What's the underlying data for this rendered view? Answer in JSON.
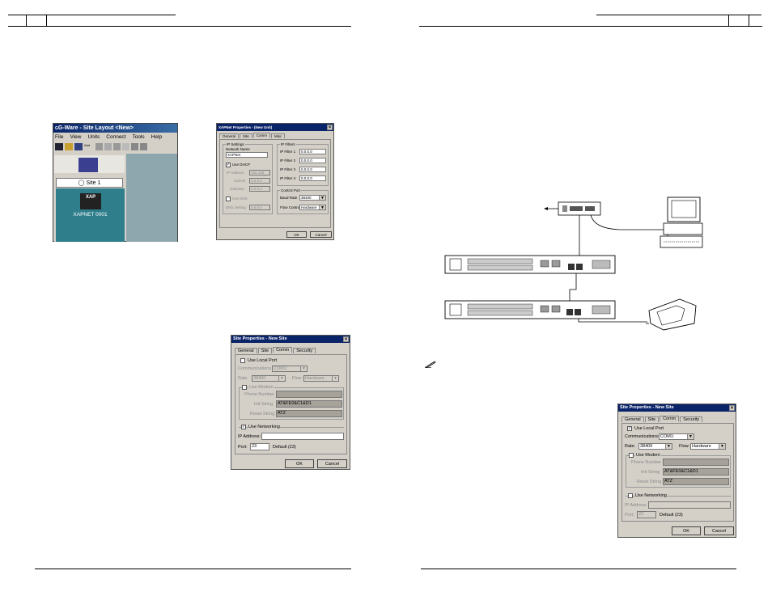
{
  "app_window": {
    "title": "G-Ware - Site Layout <New>",
    "title_prefix": "G",
    "menu": [
      "File",
      "View",
      "Units",
      "Connect",
      "Tools",
      "Help"
    ],
    "toolbar_icons": [
      "grid-icon",
      "folder-icon",
      "save-icon",
      "add-icon",
      "cut-icon",
      "copy-icon",
      "paste-icon",
      "print-icon",
      "window-icon",
      "window2-icon"
    ],
    "toolbar_add_label": "Add",
    "site_label": "Site 1",
    "device_logo": "XAP",
    "device_label": "XAPNET 0001"
  },
  "xapnet_dialog": {
    "title": "XAPNet Properties - (New Unit)",
    "tabs": [
      "General",
      "Site",
      "Comm",
      "Misc"
    ],
    "ip_settings_title": "IP Settings",
    "network_name_label": "Network Name",
    "network_name_value": "XAPNet",
    "use_dhcp_label": "Use DHCP",
    "ip_address_label": "IP Address",
    "ip_address_value": "192.168",
    "subnet_label": "Subnet",
    "subnet_value": "0.0.0.0",
    "gateway_label": "Gateway",
    "gateway_value": "0.0.0.0",
    "use_dns_label": "Use DNS",
    "dns_label": "DNS Setting",
    "dns_value": "0.0.0.0",
    "ip_filters_title": "IP Filters",
    "filters": [
      {
        "label": "IP Filter 1",
        "value": "0.0.0.0"
      },
      {
        "label": "IP Filter 2",
        "value": "0.0.0.0"
      },
      {
        "label": "IP Filter 3",
        "value": "0.0.0.0"
      },
      {
        "label": "IP Filter 4",
        "value": "0.0.0.0"
      }
    ],
    "control_port_title": "Control Port",
    "baud_rate_label": "Baud Rate",
    "baud_rate_value": "38400",
    "flow_control_label": "Flow Control",
    "flow_control_value": "Hardware",
    "ok_label": "OK",
    "cancel_label": "Cancel"
  },
  "site_dialog_left": {
    "title": "Site Properties - New Site",
    "tabs": [
      "General",
      "Site",
      "Comm",
      "Security"
    ],
    "use_local_port_label": "Use Local Port",
    "communications_label": "Communications",
    "communications_value": "COM1:",
    "rate_label": "Rate",
    "rate_value": "38400",
    "flow_label": "Flow",
    "flow_value": "Hardware",
    "use_modem_label": "Use Modem",
    "phone_number_label": "Phone Number",
    "phone_number_value": "",
    "init_string_label": "Init String",
    "init_string_value": "AT&FE0&C1&D1",
    "reset_string_label": "Reset String",
    "reset_string_value": "ATZ",
    "use_networking_label": "Use Networking",
    "ip_address_label": "IP Address:",
    "ip_address_value": "",
    "port_label": "Port:",
    "port_value": "23",
    "port_default": "Default (23)",
    "ok_label": "OK",
    "cancel_label": "Cancel"
  },
  "site_dialog_right": {
    "title": "Site Properties - New Site",
    "tabs": [
      "General",
      "Site",
      "Comm",
      "Security"
    ],
    "use_local_port_label": "Use Local Port",
    "communications_label": "Communications:",
    "communications_value": "COM1:",
    "rate_label": "Rate:",
    "rate_value": "38400",
    "flow_label": "Flow:",
    "flow_value": "Hardware",
    "use_modem_label": "Use Modem",
    "phone_number_label": "Phone Number",
    "phone_number_value": "",
    "init_string_label": "Init String",
    "init_string_value": "AT&FE0&C1&D1",
    "reset_string_label": "Reset String",
    "reset_string_value": "ATZ",
    "use_networking_label": "Use Networking",
    "ip_address_label": "IP Address",
    "ip_address_value": "",
    "port_label": "Port:",
    "port_value": "23",
    "port_default": "Default (23)",
    "ok_label": "OK",
    "cancel_label": "Cancel"
  },
  "note_icon": "pencil-note-icon"
}
